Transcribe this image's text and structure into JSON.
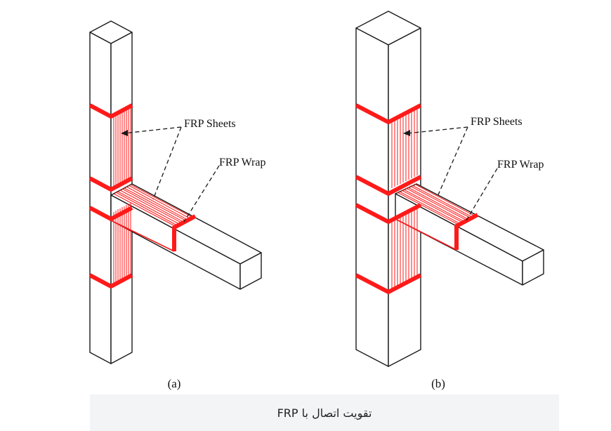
{
  "figure_a": {
    "label_sheets": "FRP Sheets",
    "label_wrap": "FRP Wrap",
    "sublabel": "(a)"
  },
  "figure_b": {
    "label_sheets": "FRP Sheets",
    "label_wrap": "FRP Wrap",
    "sublabel": "(b)"
  },
  "caption": "تقویت اتصال با FRP",
  "colors": {
    "frp": "#ff1a1a",
    "stroke": "#1a1a1a",
    "caption_bg": "#f2f4f6"
  }
}
